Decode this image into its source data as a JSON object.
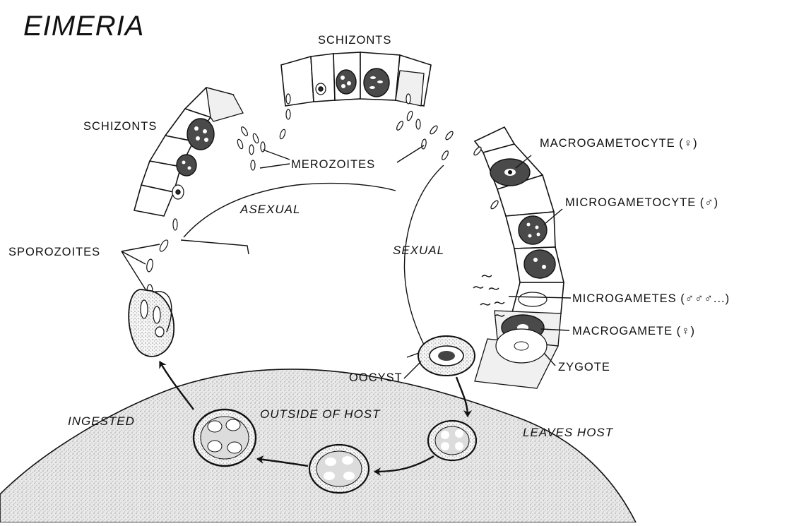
{
  "title": "EIMERIA",
  "labels": {
    "schizonts_top": "SCHIZONTS",
    "schizonts_left": "SCHIZONTS",
    "merozoites": "MEROZOITES",
    "macrogametocyte": "MACROGAMETOCYTE (♀)",
    "microgametocyte": "MICROGAMETOCYTE (♂)",
    "sporozoites": "SPOROZOITES",
    "asexual": "ASEXUAL",
    "sexual": "SEXUAL",
    "microgametes": "MICROGAMETES (♂♂♂...)",
    "macrogamete": "MACROGAMETE (♀)",
    "zygote": "ZYGOTE",
    "oocyst": "OOCYST",
    "ingested": "INGESTED",
    "outside_host": "OUTSIDE OF HOST",
    "leaves_host": "LEAVES HOST"
  }
}
